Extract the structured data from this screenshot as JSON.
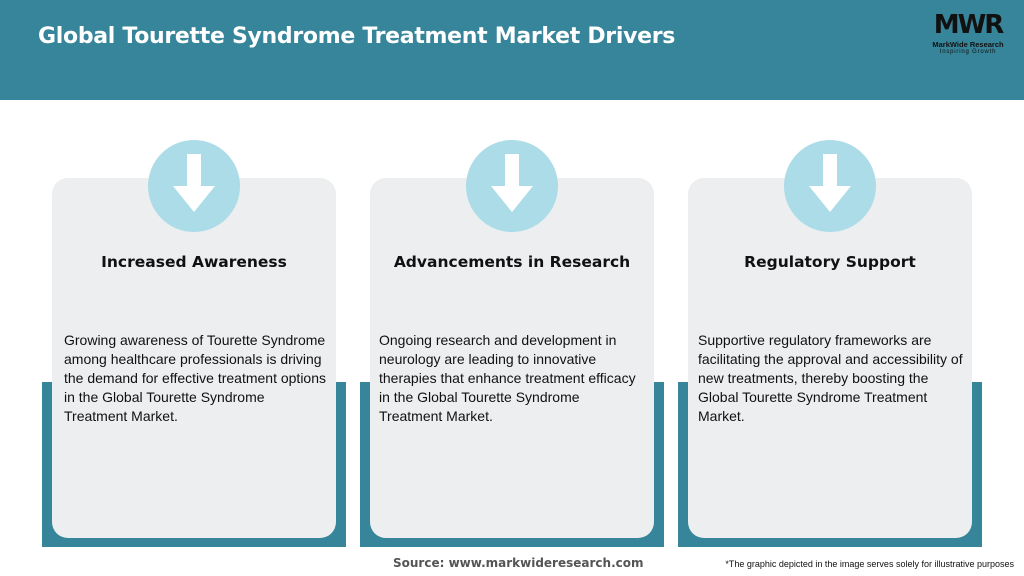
{
  "header": {
    "title": "Global Tourette Syndrome Treatment Market Drivers",
    "background_color": "#36859a"
  },
  "logo": {
    "mark": "MWR",
    "name": "MarkWide Research",
    "tagline": "Inspiring Growth"
  },
  "cards": [
    {
      "icon": "arrow-down-icon",
      "title": "Increased Awareness",
      "text": "Growing awareness of Tourette Syndrome among healthcare professionals is driving the demand for effective treatment options in the Global Tourette Syndrome Treatment Market."
    },
    {
      "icon": "arrow-down-icon",
      "title": "Advancements in Research",
      "text": "Ongoing research and development in neurology are leading to innovative therapies that enhance treatment efficacy in the Global Tourette Syndrome Treatment Market."
    },
    {
      "icon": "arrow-down-icon",
      "title": "Regulatory Support",
      "text": "Supportive regulatory frameworks are facilitating the approval and accessibility of new treatments, thereby boosting the Global Tourette Syndrome Treatment Market."
    }
  ],
  "footer": {
    "source": "Source: www.markwideresearch.com",
    "disclaimer": "*The graphic depicted in the image serves solely for illustrative purposes"
  },
  "colors": {
    "accent": "#36859a",
    "card": "#eceeef",
    "icon_circle": "#abdce8"
  }
}
